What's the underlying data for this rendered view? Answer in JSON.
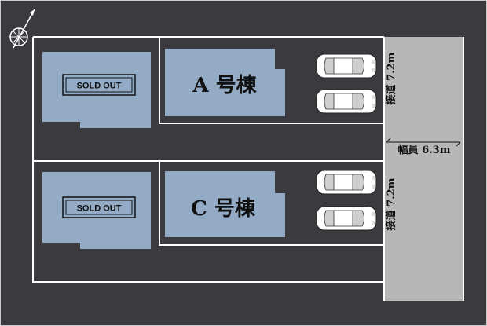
{
  "compass": {
    "icon": "north-arrow-icon"
  },
  "lots": [
    {
      "label": "",
      "status": "SOLD OUT"
    },
    {
      "label": "A 号棟",
      "status": ""
    },
    {
      "label": "",
      "status": "SOLD OUT"
    },
    {
      "label": "C 号棟",
      "status": ""
    }
  ],
  "road": {
    "frontage_upper": "接道 7.2m",
    "frontage_lower": "接道 7.2m",
    "width": "幅員 6.3m"
  },
  "parking": {
    "icon": "car-icon"
  },
  "colors": {
    "background": "#3b3b3f",
    "building": "#94abc5",
    "road": "#b7b7b7",
    "boundary": "#ffffff",
    "text": "#111111"
  }
}
